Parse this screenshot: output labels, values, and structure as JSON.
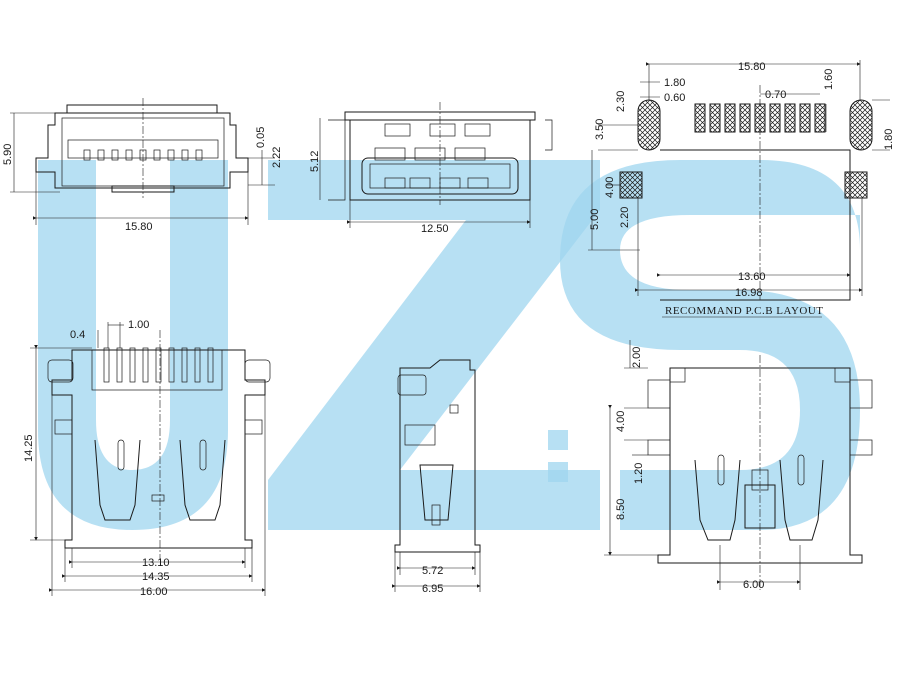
{
  "watermark": {
    "text": "UZS",
    "color": "#9fd5ef"
  },
  "front_view": {
    "width": "15.80",
    "height": "5.90",
    "pin_offset": "0.05",
    "pin_height": "2.22"
  },
  "end_view": {
    "width": "12.50",
    "height": "5.12"
  },
  "pcb_layout": {
    "caption": "RECOMMAND P.C.B LAYOUT",
    "overall_width": "15.80",
    "slot_width": "1.80",
    "slot_inner": "0.60",
    "slot_height": "2.30",
    "slot_length": "3.50",
    "pitch": "0.70",
    "pad_length": "1.60",
    "right_slot": "1.80",
    "row_gap": "4.00",
    "peg_height": "2.20",
    "total_height": "5.00",
    "peg_span": "13.60",
    "total_span": "16.98"
  },
  "top_view": {
    "pitch": "1.00",
    "pin_width": "0.4",
    "height": "14.25",
    "width_inner": "13.10",
    "width_mid": "14.35",
    "width_outer": "16.00"
  },
  "side_view": {
    "width_inner": "5.72",
    "width_outer": "6.95"
  },
  "bottom_view": {
    "top_offset": "2.00",
    "peg_pitch": "4.00",
    "peg_height": "1.20",
    "height": "8.50",
    "spring_span": "6.00"
  }
}
